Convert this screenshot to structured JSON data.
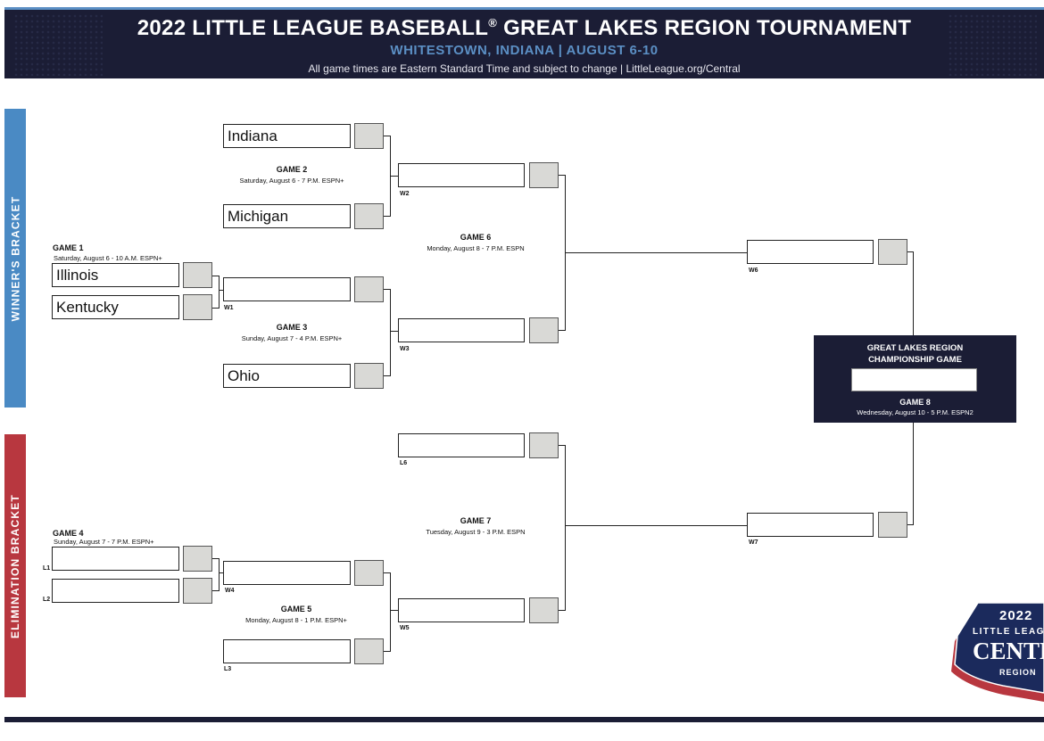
{
  "header": {
    "title": "2022 LITTLE LEAGUE BASEBALL",
    "reg_mark": "®",
    "title_rest": " GREAT LAKES REGION TOURNAMENT",
    "subtitle": "WHITESTOWN, INDIANA | AUGUST 6-10",
    "note": "All game times are Eastern Standard Time and subject to change | LittleLeague.org/Central"
  },
  "sidebars": {
    "winners": "WINNER'S BRACKET",
    "elimination": "ELIMINATION BRACKET"
  },
  "teams": {
    "t1": "Indiana",
    "t2": "Michigan",
    "t3": "Illinois",
    "t4": "Kentucky",
    "t5": "Ohio"
  },
  "games": {
    "g1": {
      "title": "GAME 1",
      "info": "Saturday, August 6 - 10 A.M. ESPN+"
    },
    "g2": {
      "title": "GAME 2",
      "info": "Saturday, August 6 - 7 P.M. ESPN+"
    },
    "g3": {
      "title": "GAME 3",
      "info": "Sunday, August 7 - 4 P.M. ESPN+"
    },
    "g4": {
      "title": "GAME 4",
      "info": "Sunday, August 7 - 7 P.M. ESPN+"
    },
    "g5": {
      "title": "GAME 5",
      "info": "Monday, August 8 - 1 P.M. ESPN+"
    },
    "g6": {
      "title": "GAME 6",
      "info": "Monday, August 8 - 7 P.M. ESPN"
    },
    "g7": {
      "title": "GAME 7",
      "info": "Tuesday, August 9 - 3 P.M. ESPN"
    },
    "g8": {
      "title": "GAME 8",
      "info": "Wednesday, August 10 - 5 P.M. ESPN2"
    }
  },
  "slot_labels": {
    "w1": "W1",
    "w2": "W2",
    "w3": "W3",
    "w4": "W4",
    "w5": "W5",
    "w6": "W6",
    "w7": "W7",
    "l1": "L1",
    "l2": "L2",
    "l3": "L3",
    "l6": "L6"
  },
  "championship": {
    "line1": "GREAT LAKES REGION",
    "line2": "CHAMPIONSHIP GAME"
  },
  "logo": {
    "year": "2022",
    "league": "LITTLE LEAGUE",
    "name": "CENTRAL",
    "region": "REGION"
  },
  "colors": {
    "navy": "#1b1d35",
    "blue": "#4a8ac4",
    "red": "#b8373f",
    "score_box": "#d9d9d6"
  }
}
